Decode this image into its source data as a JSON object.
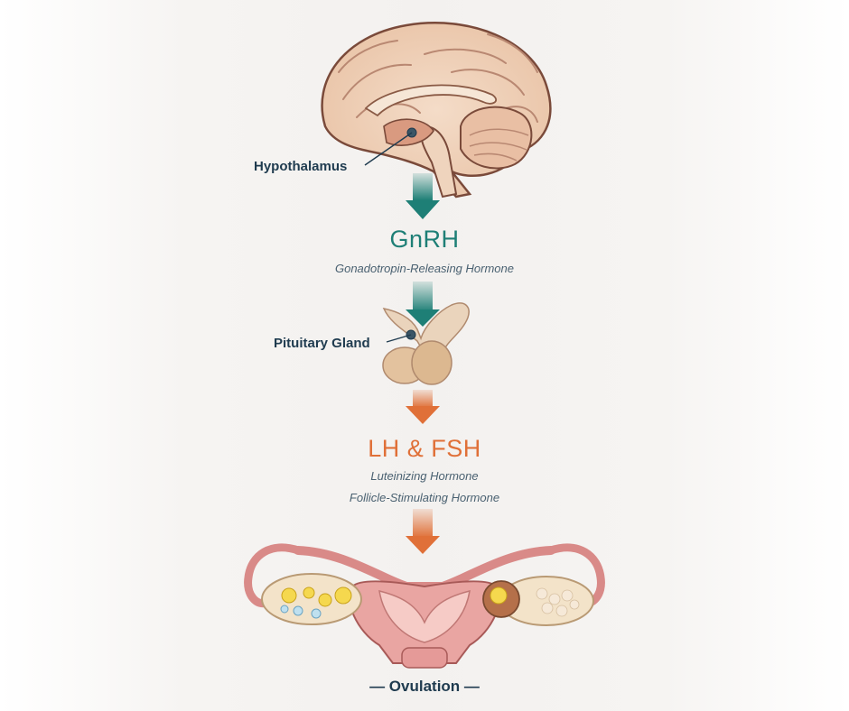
{
  "labels": {
    "hypothalamus": "Hypothalamus",
    "pituitary": "Pituitary Gland"
  },
  "hormone1": {
    "name": "GnRH",
    "full": "Gonadotropin-Releasing Hormone",
    "color": "#1e7f76"
  },
  "hormone2": {
    "name": "LH & FSH",
    "full_lh": "Luteinizing Hormone",
    "full_fsh": "Follicle-Stimulating Hormone",
    "color": "#e07038"
  },
  "footer": "— Ovulation —"
}
